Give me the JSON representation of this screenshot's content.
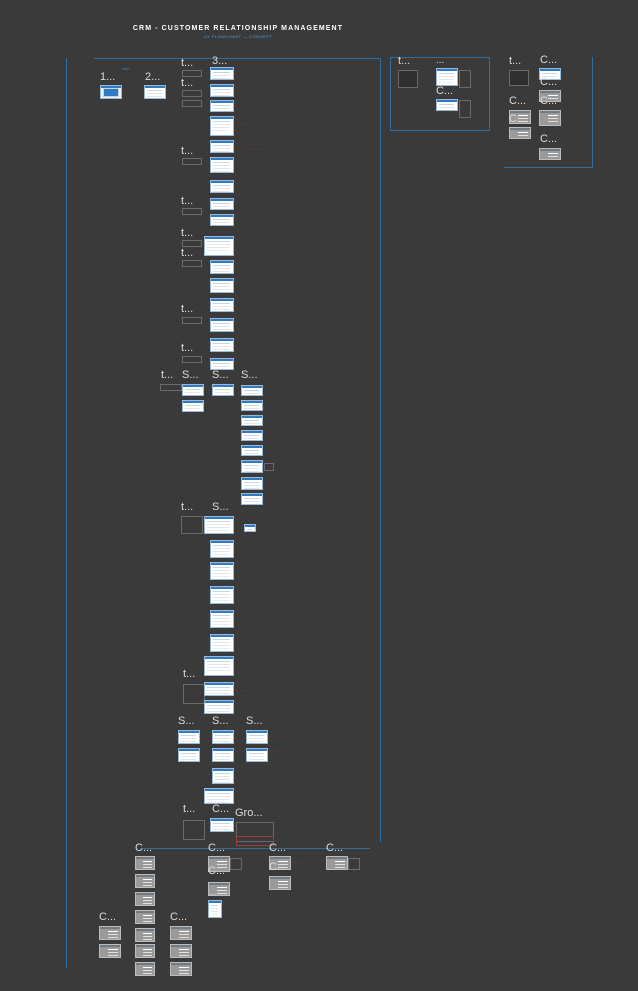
{
  "header": {
    "title": "CRM - CUSTOMER RELATIONSHIP MANAGEMENT",
    "subtitle": "UX FLOWCHART — CONCEPT"
  },
  "labels": {
    "t": "t...",
    "c": "C...",
    "s": "S...",
    "three": "3...",
    "one": "1...",
    "two": "2...",
    "ellipsis": "...",
    "gro": "Gro..."
  }
}
